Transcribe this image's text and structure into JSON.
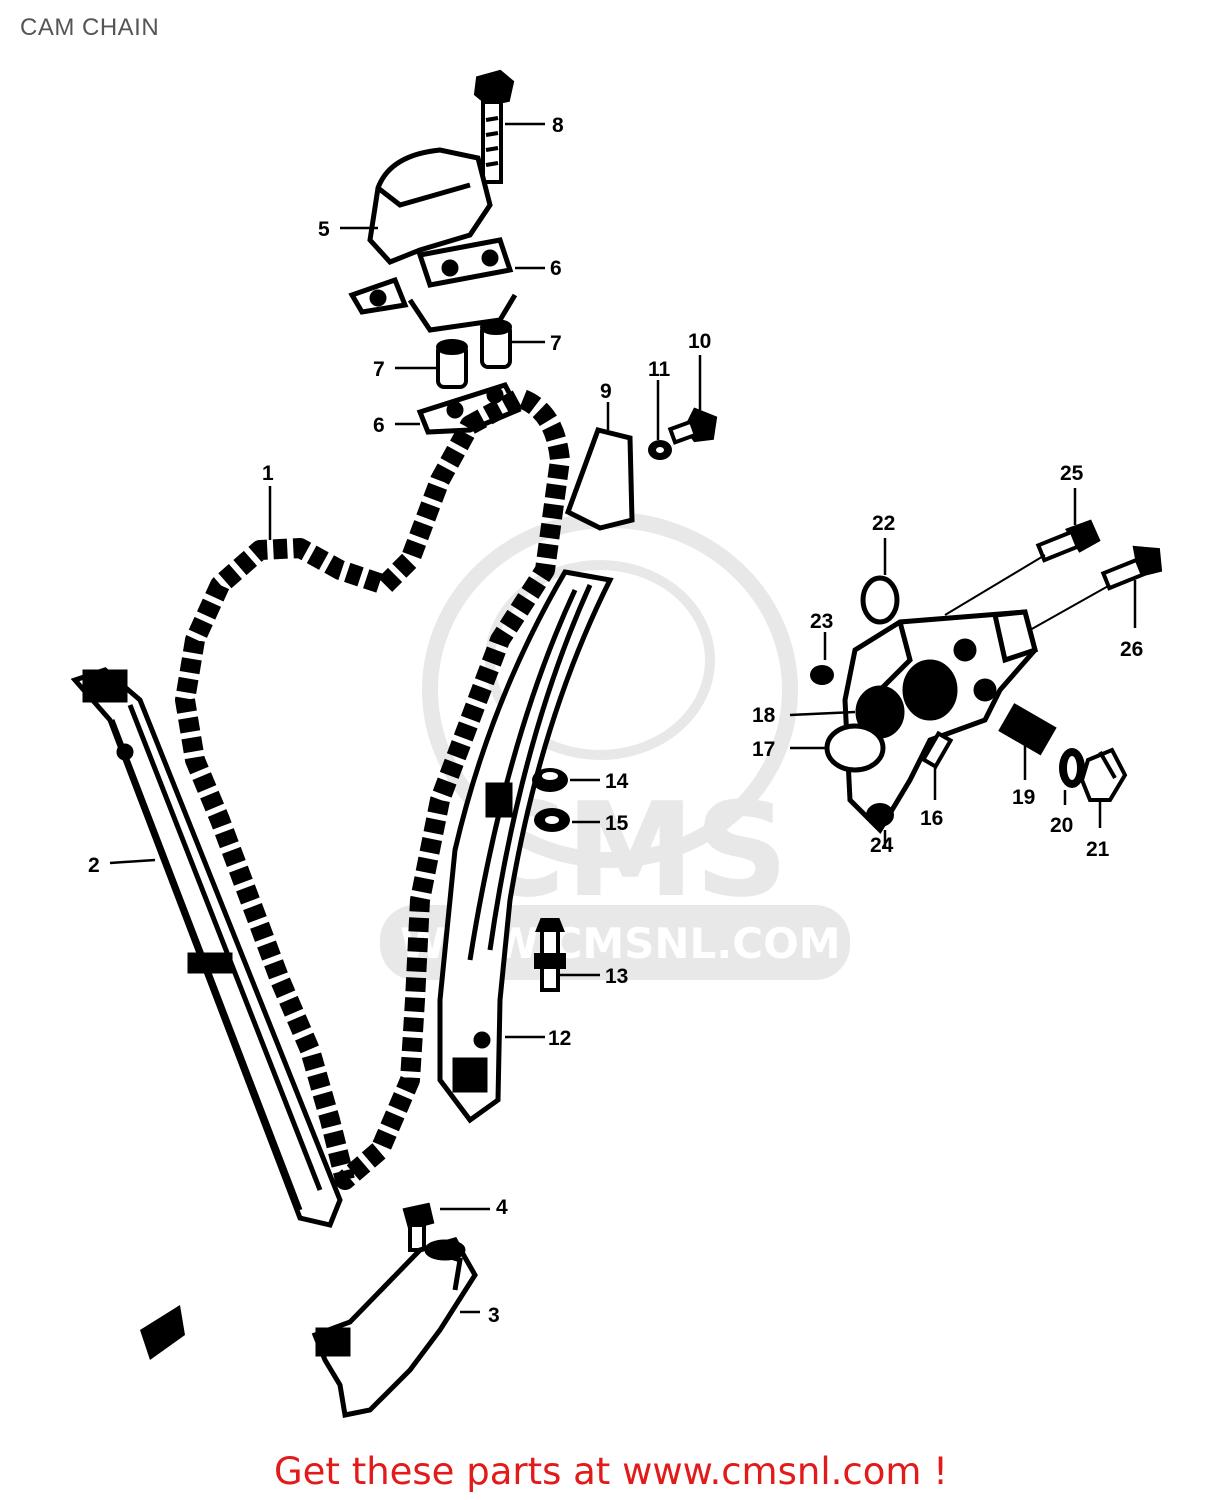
{
  "page": {
    "title": "CAM CHAIN",
    "footer": "Get these parts at www.cmsnl.com !"
  },
  "watermark": {
    "logo_text": "CMS",
    "url_text": "WWW.CMSNL.COM"
  },
  "part_labels": [
    "1",
    "2",
    "3",
    "4",
    "5",
    "6",
    "6",
    "7",
    "7",
    "8",
    "9",
    "10",
    "11",
    "12",
    "13",
    "14",
    "15",
    "16",
    "17",
    "18",
    "19",
    "20",
    "21",
    "22",
    "23",
    "24",
    "25",
    "26"
  ],
  "colors": {
    "line": "#000000",
    "footer": "#e21a1a",
    "title": "#555555",
    "watermark": "#d6d6d6"
  }
}
